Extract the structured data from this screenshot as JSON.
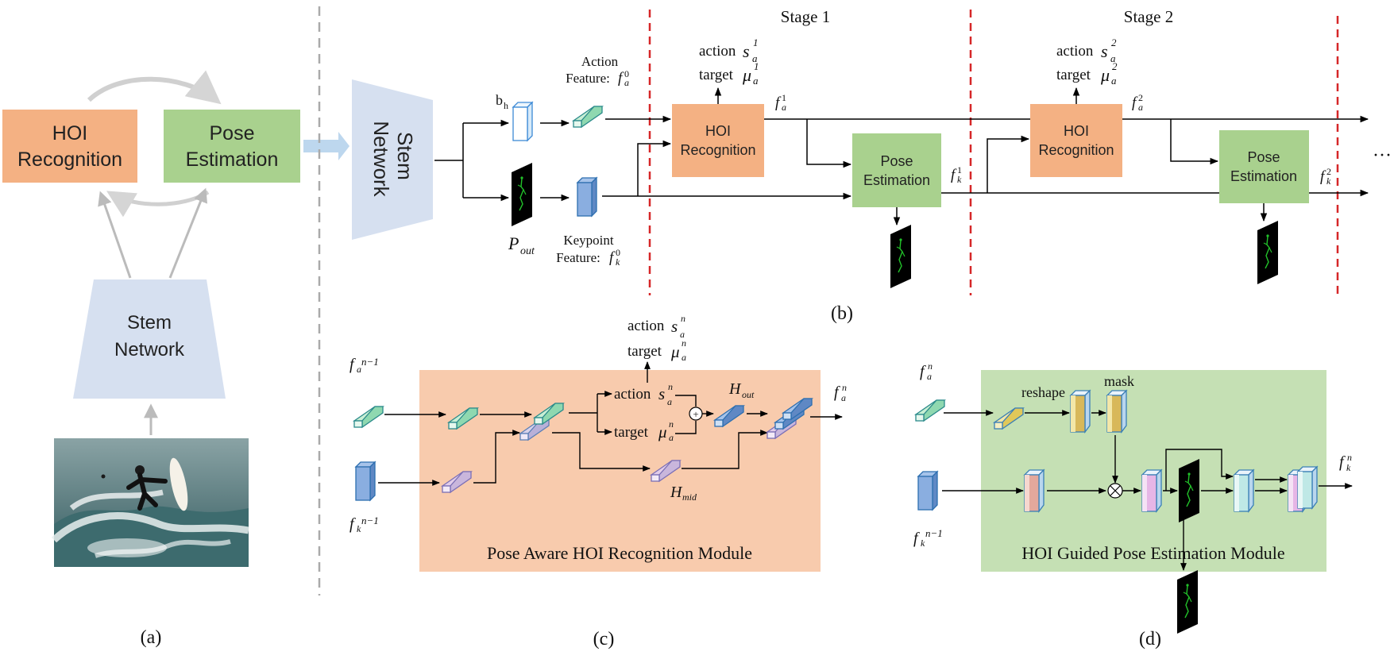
{
  "panel_a": {
    "hoi": [
      "HOI",
      "Recognition"
    ],
    "pose": [
      "Pose",
      "Estimation"
    ],
    "stem": [
      "Stem",
      "Network"
    ],
    "caption": "(a)",
    "colors": {
      "hoi": "#F4B183",
      "pose": "#A9D18E",
      "stem": "#D6E0F0"
    }
  },
  "panel_b": {
    "stem": [
      "Stem",
      "Network"
    ],
    "bh": "b",
    "bh_sub": "h",
    "action_feature": [
      "Action",
      "Feature: "
    ],
    "keypoint_feature": [
      "Keypoint",
      "Feature: "
    ],
    "pout": "P",
    "pout_sub": "out",
    "stages": [
      "Stage 1",
      "Stage 2"
    ],
    "hoi": [
      "HOI",
      "Recognition"
    ],
    "pose": [
      "Pose",
      "Estimation"
    ],
    "action": "action",
    "target": "target",
    "ellipsis": "···",
    "caption": "(b)"
  },
  "panel_c": {
    "title": "Pose Aware HOI Recognition Module",
    "action": "action",
    "target": "target",
    "h_out": "H",
    "h_out_sub": "out",
    "h_mid": "H",
    "h_mid_sub": "mid",
    "caption": "(c)"
  },
  "panel_d": {
    "title": "HOI Guided Pose Estimation Module",
    "reshape": "reshape",
    "mask": "mask",
    "caption": "(d)"
  }
}
